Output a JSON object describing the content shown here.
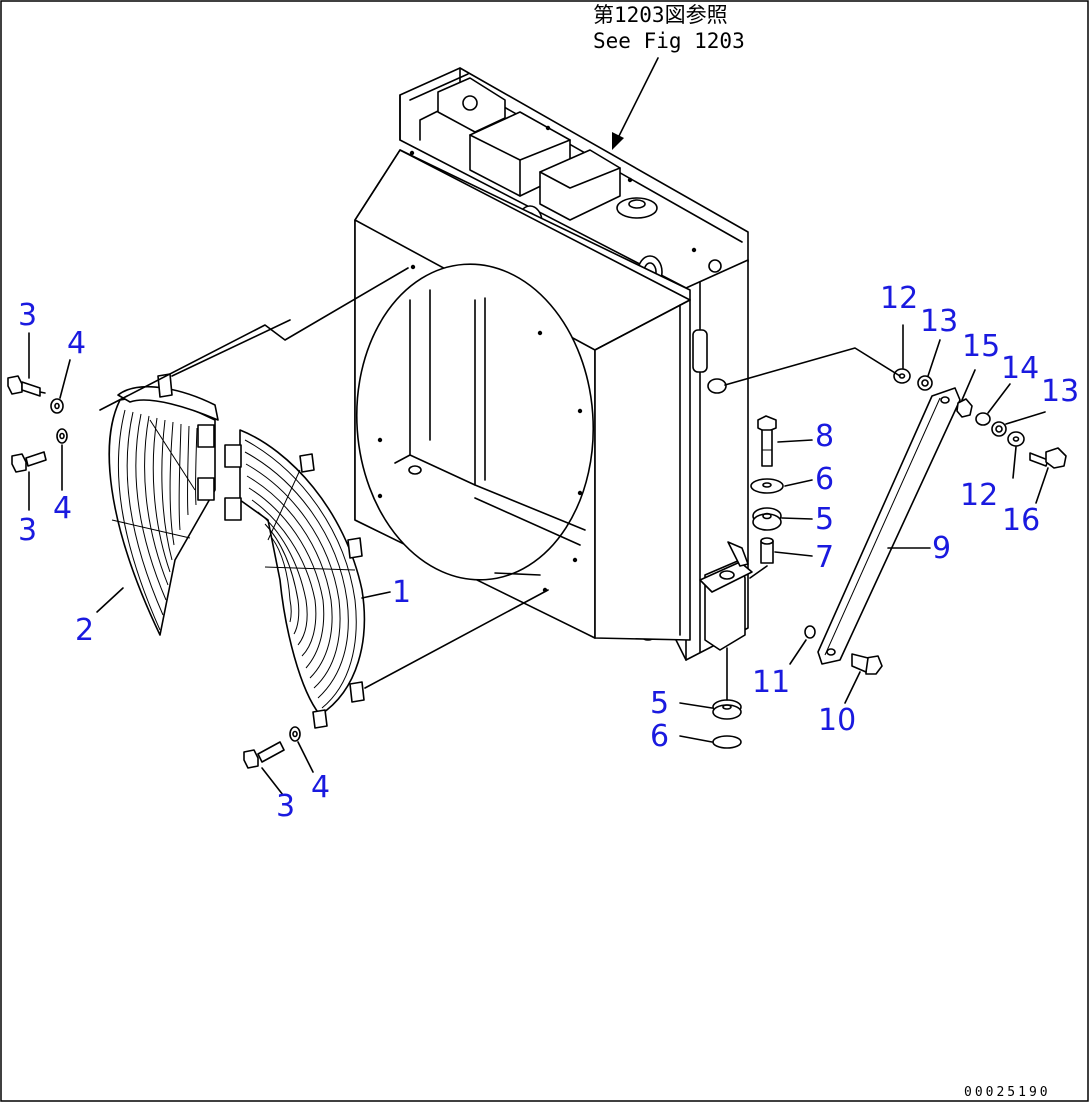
{
  "reference": {
    "line1": "第1203図参照",
    "line2": "See Fig 1203"
  },
  "drawing_code": "00025190",
  "callouts": [
    {
      "id": "c3a",
      "label": "3"
    },
    {
      "id": "c4a",
      "label": "4"
    },
    {
      "id": "c4b",
      "label": "4"
    },
    {
      "id": "c3b",
      "label": "3"
    },
    {
      "id": "c2",
      "label": "2"
    },
    {
      "id": "c1",
      "label": "1"
    },
    {
      "id": "c3c",
      "label": "3"
    },
    {
      "id": "c4c",
      "label": "4"
    },
    {
      "id": "c12a",
      "label": "12"
    },
    {
      "id": "c13a",
      "label": "13"
    },
    {
      "id": "c15",
      "label": "15"
    },
    {
      "id": "c14",
      "label": "14"
    },
    {
      "id": "c13b",
      "label": "13"
    },
    {
      "id": "c12b",
      "label": "12"
    },
    {
      "id": "c16",
      "label": "16"
    },
    {
      "id": "c8",
      "label": "8"
    },
    {
      "id": "c6a",
      "label": "6"
    },
    {
      "id": "c5a",
      "label": "5"
    },
    {
      "id": "c7",
      "label": "7"
    },
    {
      "id": "c9",
      "label": "9"
    },
    {
      "id": "c11",
      "label": "11"
    },
    {
      "id": "c10",
      "label": "10"
    },
    {
      "id": "c5b",
      "label": "5"
    },
    {
      "id": "c6b",
      "label": "6"
    }
  ]
}
